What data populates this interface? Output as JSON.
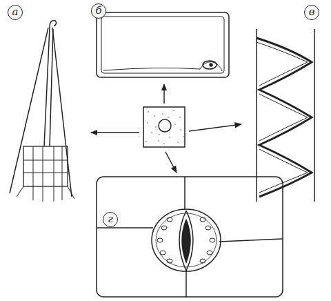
{
  "diagram": {
    "nodes": [
      {
        "text": [
          "а"
        ]
      },
      {
        "text": [
          "б"
        ]
      },
      {
        "text": [
          "в"
        ]
      },
      {
        "text": [
          "г"
        ]
      }
    ]
  }
}
